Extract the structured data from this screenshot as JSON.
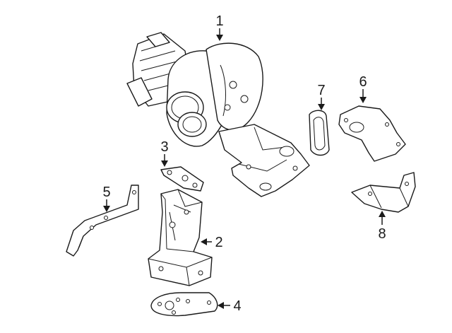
{
  "diagram": {
    "callouts": {
      "c1": "1",
      "c2": "2",
      "c3": "3",
      "c4": "4",
      "c5": "5",
      "c6": "6",
      "c7": "7",
      "c8": "8"
    },
    "colors": {
      "line": "#1a1a1a",
      "background": "#ffffff"
    }
  }
}
